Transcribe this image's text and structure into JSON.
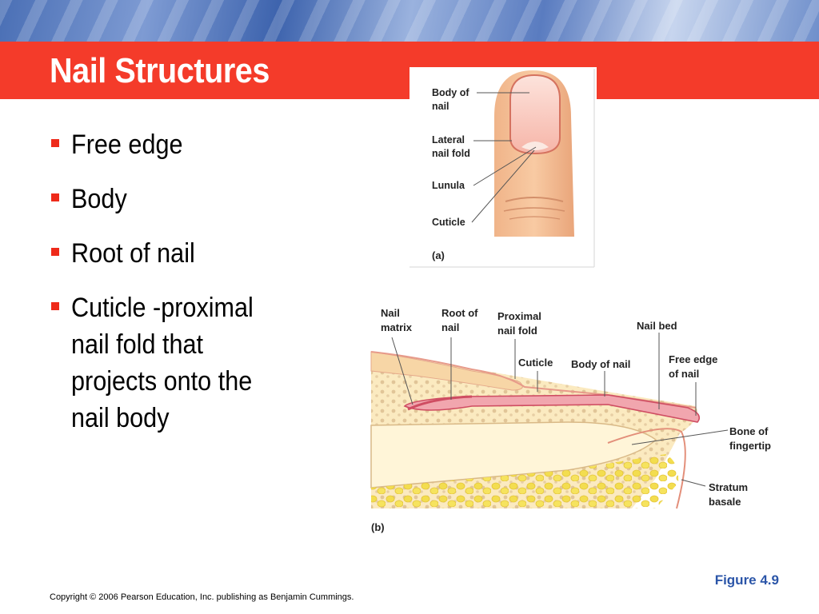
{
  "slide": {
    "title": "Nail Structures",
    "bullets": [
      "Free edge",
      "Body",
      "Root of nail",
      "Cuticle -proximal\nnail fold that\nprojects onto the\nnail body"
    ],
    "figure_caption": "Figure 4.9",
    "copyright": "Copyright © 2006 Pearson Education, Inc. publishing as Benjamin Cummings."
  },
  "figure_a": {
    "panel_label": "(a)",
    "labels": {
      "body_of_nail_1": "Body of",
      "body_of_nail_2": "nail",
      "lateral_nail_fold_1": "Lateral",
      "lateral_nail_fold_2": "nail fold",
      "lunula": "Lunula",
      "cuticle": "Cuticle"
    }
  },
  "figure_b": {
    "panel_label": "(b)",
    "labels": {
      "nail_matrix_1": "Nail",
      "nail_matrix_2": "matrix",
      "root_of_nail_1": "Root of",
      "root_of_nail_2": "nail",
      "proximal_nail_fold_1": "Proximal",
      "proximal_nail_fold_2": "nail fold",
      "nail_bed": "Nail bed",
      "cuticle": "Cuticle",
      "body_of_nail": "Body of nail",
      "free_edge_1": "Free edge",
      "free_edge_2": "of nail",
      "bone_1": "Bone of",
      "bone_2": "fingertip",
      "stratum_1": "Stratum",
      "stratum_2": "basale"
    }
  },
  "colors": {
    "title_bar": "#f43b2a",
    "bullet_marker": "#ee2a1a",
    "caption": "#2b55a8"
  }
}
